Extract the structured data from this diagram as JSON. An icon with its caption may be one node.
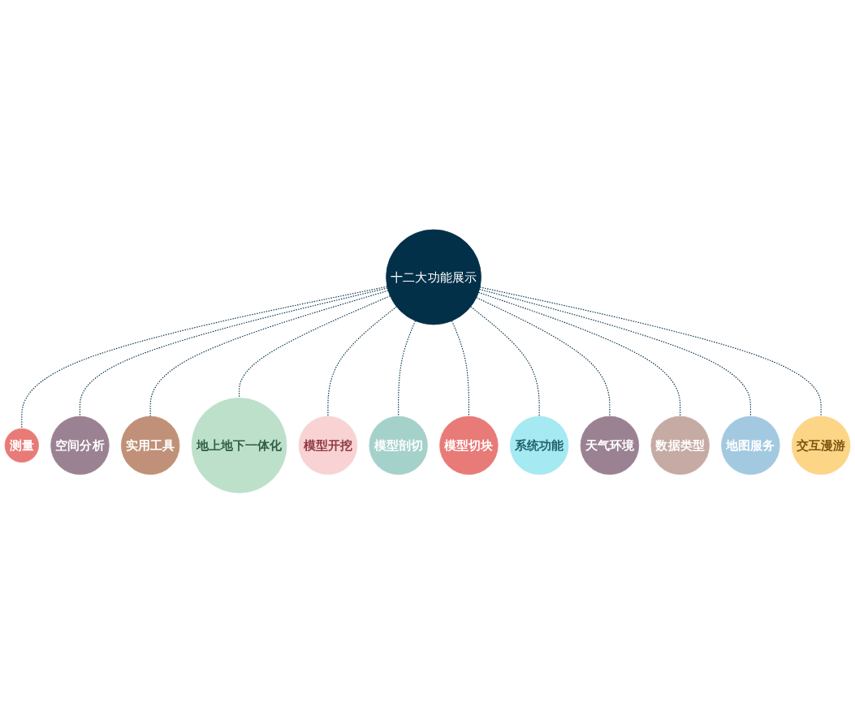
{
  "diagram": {
    "nodes": [
      {
        "text": [
          "十二大功能展示"
        ]
      },
      {
        "text": [
          "测量"
        ]
      },
      {
        "text": [
          "空间分析"
        ]
      },
      {
        "text": [
          "实用工具"
        ]
      },
      {
        "text": [
          "地上地下一体化"
        ]
      },
      {
        "text": [
          "模型开挖"
        ]
      },
      {
        "text": [
          "模型剖切"
        ]
      },
      {
        "text": [
          "模型切块"
        ]
      },
      {
        "text": [
          "系统功能"
        ]
      },
      {
        "text": [
          "天气环境"
        ]
      },
      {
        "text": [
          "数据类型"
        ]
      },
      {
        "text": [
          "地图服务"
        ]
      },
      {
        "text": [
          "交互漫游"
        ]
      }
    ],
    "edges": [
      {
        "from": 0,
        "to": 1,
        "arrow": "none",
        "style": "dashed"
      },
      {
        "from": 0,
        "to": 2,
        "arrow": "none",
        "style": "dashed"
      },
      {
        "from": 0,
        "to": 3,
        "arrow": "none",
        "style": "dashed"
      },
      {
        "from": 0,
        "to": 4,
        "arrow": "none",
        "style": "dashed"
      },
      {
        "from": 0,
        "to": 5,
        "arrow": "none",
        "style": "dashed"
      },
      {
        "from": 0,
        "to": 6,
        "arrow": "none",
        "style": "dashed"
      },
      {
        "from": 0,
        "to": 7,
        "arrow": "none",
        "style": "dashed"
      },
      {
        "from": 0,
        "to": 8,
        "arrow": "none",
        "style": "dashed"
      },
      {
        "from": 0,
        "to": 9,
        "arrow": "none",
        "style": "dashed"
      },
      {
        "from": 0,
        "to": 10,
        "arrow": "none",
        "style": "dashed"
      },
      {
        "from": 0,
        "to": 11,
        "arrow": "none",
        "style": "dashed"
      },
      {
        "from": 0,
        "to": 12,
        "arrow": "none",
        "style": "dashed"
      }
    ]
  }
}
